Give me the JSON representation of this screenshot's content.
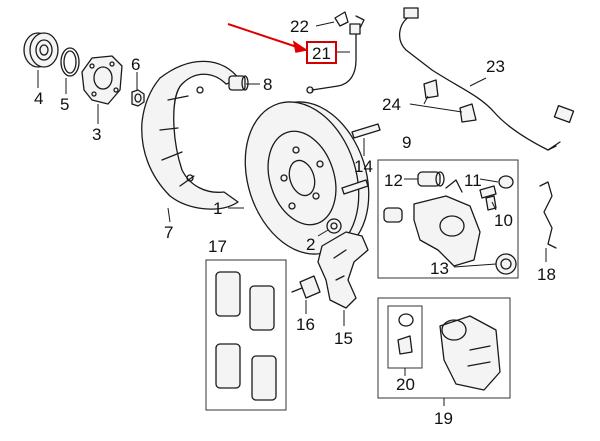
{
  "diagram": {
    "callouts": [
      "1",
      "2",
      "3",
      "4",
      "5",
      "6",
      "7",
      "8",
      "9",
      "10",
      "11",
      "12",
      "13",
      "14",
      "15",
      "16",
      "17",
      "18",
      "19",
      "20",
      "21",
      "22",
      "23",
      "24"
    ],
    "highlighted_callout": "21",
    "colors": {
      "highlight": "#d40000",
      "line": "#1a1a1a",
      "fill": "#f4f4f4"
    }
  }
}
